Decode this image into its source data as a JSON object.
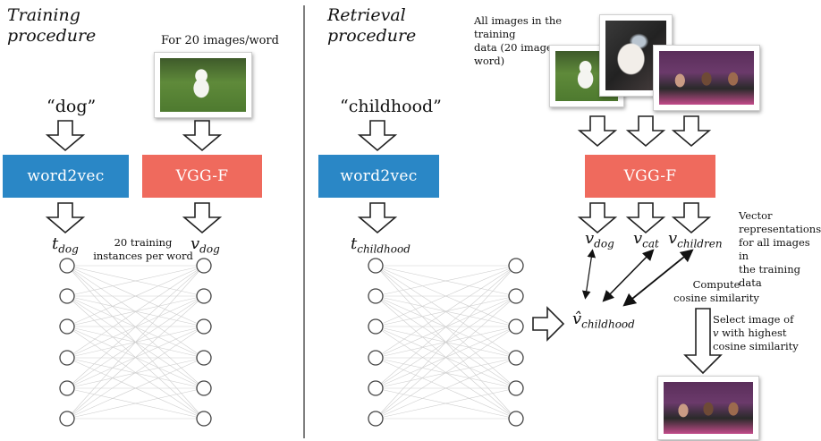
{
  "training": {
    "title_line1": "Training",
    "title_line2": "procedure",
    "word": "“dog”",
    "image_caption": "For 20 images/word",
    "word2vec_label": "word2vec",
    "vgg_label": "VGG-F",
    "t_var": "t",
    "t_sub": "dog",
    "v_var": "v",
    "v_sub": "dog",
    "instances_line1": "20 training",
    "instances_line2": "instances per word"
  },
  "retrieval": {
    "title_line1": "Retrieval",
    "title_line2": "procedure",
    "word": "“childhood”",
    "word2vec_label": "word2vec",
    "t_var": "t",
    "t_sub": "childhood",
    "vhat_var": "v̂",
    "vhat_sub": "childhood",
    "all_images_line1": "All images in the training",
    "all_images_line2": "data (20 images per word)",
    "vgg_label": "VGG-F",
    "v_dog_var": "v",
    "v_dog_sub": "dog",
    "v_cat_var": "v",
    "v_cat_sub": "cat",
    "v_children_var": "v",
    "v_children_sub": "children",
    "vector_repr_lines": [
      "Vector",
      "representations",
      "for all images in",
      "the training data"
    ],
    "compute_line1": "Compute",
    "compute_line2": "cosine similarity",
    "select_line1": "Select image of",
    "select_line2_var": "v",
    "select_line2_rest": " with highest",
    "select_line3": "cosine similarity"
  },
  "colors": {
    "word2vec": "#2a87c6",
    "vgg": "#ef6a5d"
  }
}
